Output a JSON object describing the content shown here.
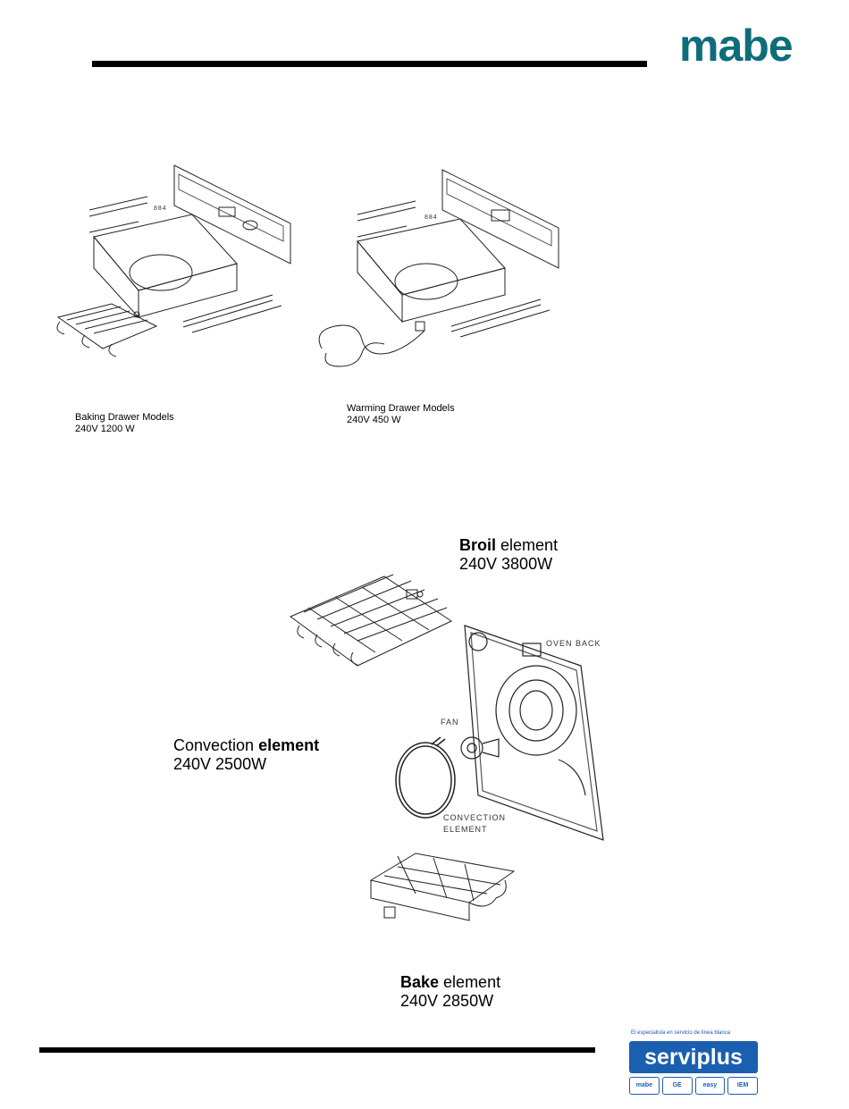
{
  "header": {
    "logo_text": "mabe"
  },
  "drawers": {
    "baking": {
      "title": "Baking Drawer Models",
      "spec": "240V 1200 W",
      "part_label": "884"
    },
    "warming": {
      "title": "Warming Drawer Models",
      "spec": "240V 450 W",
      "part_label": "884"
    }
  },
  "oven": {
    "broil": {
      "name": "Broil",
      "word": "element",
      "spec": "240V 3800W"
    },
    "convection": {
      "name": "Convection",
      "word": "element",
      "spec": "240V 2500W"
    },
    "bake": {
      "name": "Bake",
      "word": "element",
      "spec": "240V 2850W"
    },
    "labels": {
      "oven_back": "OVEN BACK",
      "fan": "FAN",
      "convection_line1": "CONVECTION",
      "convection_line2": "ELEMENT"
    }
  },
  "footer": {
    "tagline": "El especialista en servicio de línea blanca",
    "brand_main": "serviplus",
    "brand_icons": [
      "mabe",
      "GE",
      "easy",
      "IEM"
    ]
  }
}
